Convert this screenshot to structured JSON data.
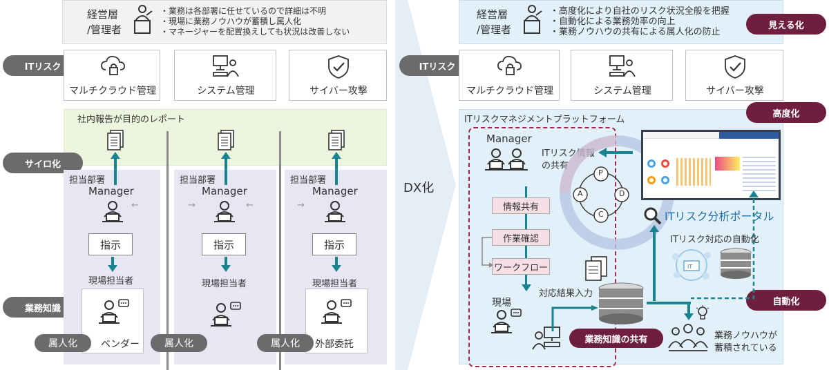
{
  "left": {
    "header": {
      "role": "経営層\n/管理者",
      "bullets": [
        "・業務は各部署に任せているので詳細は不明",
        "・現場に業務ノウハウが蓄積し属人化",
        "・マネージャーを配置換えしても状況は改善しない"
      ]
    },
    "it_risk_label": "ITリスク",
    "cards": [
      "マルチクラウド管理",
      "システム管理",
      "サイバー攻撃"
    ],
    "report_band": "社内報告が目的のレポート",
    "silo_label": "サイロ化",
    "knowledge_label": "業務知識",
    "columns": [
      {
        "dept": "担当部署",
        "manager": "Manager",
        "instruction": "指示",
        "field": "現場担当者",
        "worker": "ベンダー",
        "badge": "属人化"
      },
      {
        "dept": "担当部署",
        "manager": "Manager",
        "instruction": "指示",
        "field": "現場担当者",
        "worker": "",
        "badge": "属人化"
      },
      {
        "dept": "担当部署",
        "manager": "Manager",
        "instruction": "指示",
        "field": "現場担当者",
        "worker": "外部委託",
        "badge": "属人化"
      }
    ]
  },
  "center": {
    "label": "DX化"
  },
  "right": {
    "header": {
      "role": "経営層\n/管理者",
      "bullets": [
        "・高度化により自社のリスク状況全般を把握",
        "・自動化による業務効率の向上",
        "・業務ノウハウの共有による属人化の防止"
      ]
    },
    "it_risk_label": "ITリスク",
    "cards": [
      "マルチクラウド管理",
      "システム管理",
      "サイバー攻撃"
    ],
    "platform_title": "ITリスクマネジメントプラットフォーム",
    "badges": {
      "visible": "見える化",
      "advanced": "高度化",
      "automation": "自動化"
    },
    "manager": "Manager",
    "flow": [
      "情報共有",
      "作業確認",
      "ワークフロー"
    ],
    "info_share": "ITリスク情報\nの共有",
    "pdca": [
      "P",
      "D",
      "C",
      "A"
    ],
    "portal": "ITリスク分析ポータル",
    "automation_text": "ITリスク対応の自動化",
    "result_input": "対応結果入力",
    "field": "現場",
    "knowledge_share": "業務知識の共有",
    "know_how": "業務ノウハウが\n蓄積されている"
  },
  "colors": {
    "dark_pill": "#6b6b6b",
    "maroon": "#6e1f3d",
    "teal": "#17848f",
    "lavender": "#e8e6f2",
    "light_green": "#eef5df",
    "light_blue": "#e2f0f9"
  }
}
